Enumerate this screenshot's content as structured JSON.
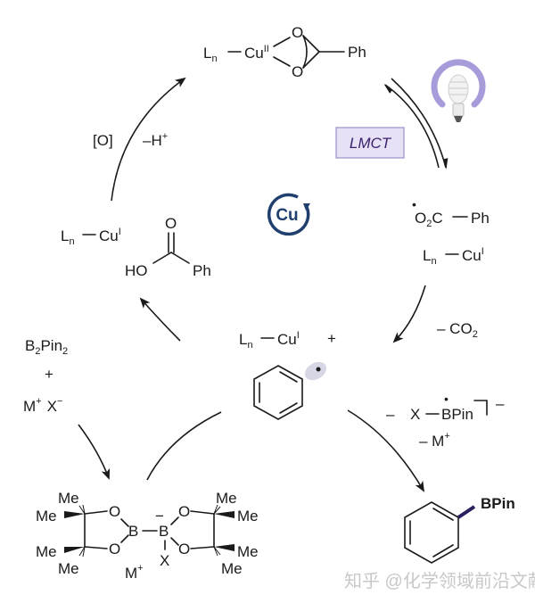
{
  "diagram": {
    "title": "Cu-catalyzed LMCT decarboxylative borylation cycle",
    "colors": {
      "ink": "#1a1a1a",
      "lmct_box_fill": "#e6e1f5",
      "lmct_box_border": "#9b8fc4",
      "lmct_text": "#3a1f6e",
      "bulb_halo": "#a89bd9",
      "cu_badge": "#1f3f6e",
      "radical_lobe": "#d6d6e4",
      "boron_bond": "#2a1f5e",
      "watermark": "#c8c8c8"
    },
    "species": {
      "cu2_carboxylate": {
        "ligand": "L",
        "ligand_sub": "n",
        "metal": "Cu",
        "oxidation": "II",
        "o_top": "O",
        "o_bottom": "O",
        "group": "Ph"
      },
      "acyloxy_radical": {
        "formula_o": "O",
        "formula_sub": "2",
        "formula_c": "C",
        "group": "Ph",
        "radical_dot": "•"
      },
      "cu1_right": {
        "ligand": "L",
        "ligand_sub": "n",
        "metal": "Cu",
        "oxidation": "I"
      },
      "cu1_left": {
        "ligand": "L",
        "ligand_sub": "n",
        "metal": "Cu",
        "oxidation": "I"
      },
      "cu1_center": {
        "ligand": "L",
        "ligand_sub": "n",
        "metal": "Cu",
        "oxidation": "I",
        "plus": "+"
      },
      "benzoic_acid": {
        "carbonyl_o": "O",
        "hydroxyl": "HO",
        "group": "Ph"
      },
      "phenyl_radical": {
        "radical_dot": "•"
      },
      "reagents_left": {
        "b2pin2_b": "B",
        "b2pin2_sub1": "2",
        "b2pin2_pin": "Pin",
        "b2pin2_sub2": "2",
        "plus": "+",
        "salt_m": "M",
        "salt_m_charge": "+",
        "salt_x": "X",
        "salt_x_charge": "−"
      },
      "ate_complex": {
        "me": "Me",
        "o": "O",
        "b": "B",
        "charge": "−",
        "x": "X",
        "counterion": "M",
        "counterion_charge": "+"
      },
      "product": {
        "group": "BPin"
      }
    },
    "steps": {
      "oxidation": "[O]",
      "deprotonation": "–H",
      "deprotonation_charge": "+",
      "lmct": "LMCT",
      "decarboxylation": "– CO",
      "decarboxylation_sub": "2",
      "byproduct_minus": "–",
      "byproduct_x": "X",
      "byproduct_b": "BPin",
      "byproduct_dot": "•",
      "byproduct_charge": "–",
      "counterion_loss": "– M",
      "counterion_loss_charge": "+"
    },
    "badges": {
      "catalyst": "Cu",
      "light_source": "light-bulb"
    },
    "watermark": "知乎 @化学领域前沿文献"
  }
}
